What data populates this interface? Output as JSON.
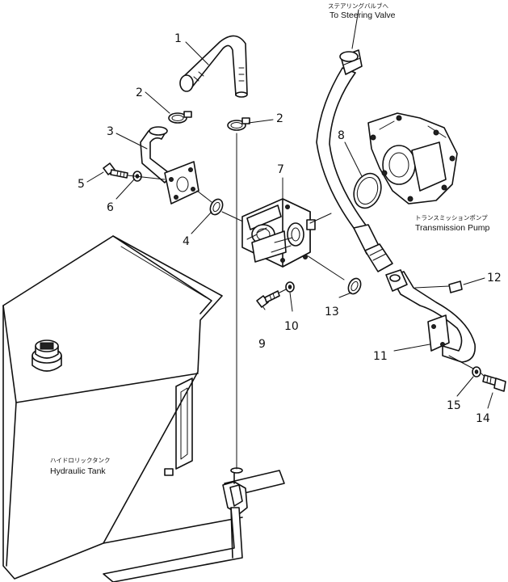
{
  "callouts": {
    "c1": "1",
    "c2a": "2",
    "c2b": "2",
    "c3": "3",
    "c4": "4",
    "c5": "5",
    "c6": "6",
    "c7": "7",
    "c8": "8",
    "c9": "9",
    "c10": "10",
    "c11": "11",
    "c12": "12",
    "c13": "13",
    "c14": "14",
    "c15": "15"
  },
  "labels": {
    "steering_jp": "ステアリングバルブへ",
    "steering_en": "To Steering Valve",
    "transmission_jp": "トランスミッションポンプ",
    "transmission_en": "Transmission Pump",
    "tank_jp": "ハイドロリックタンク",
    "tank_en": "Hydraulic Tank"
  }
}
